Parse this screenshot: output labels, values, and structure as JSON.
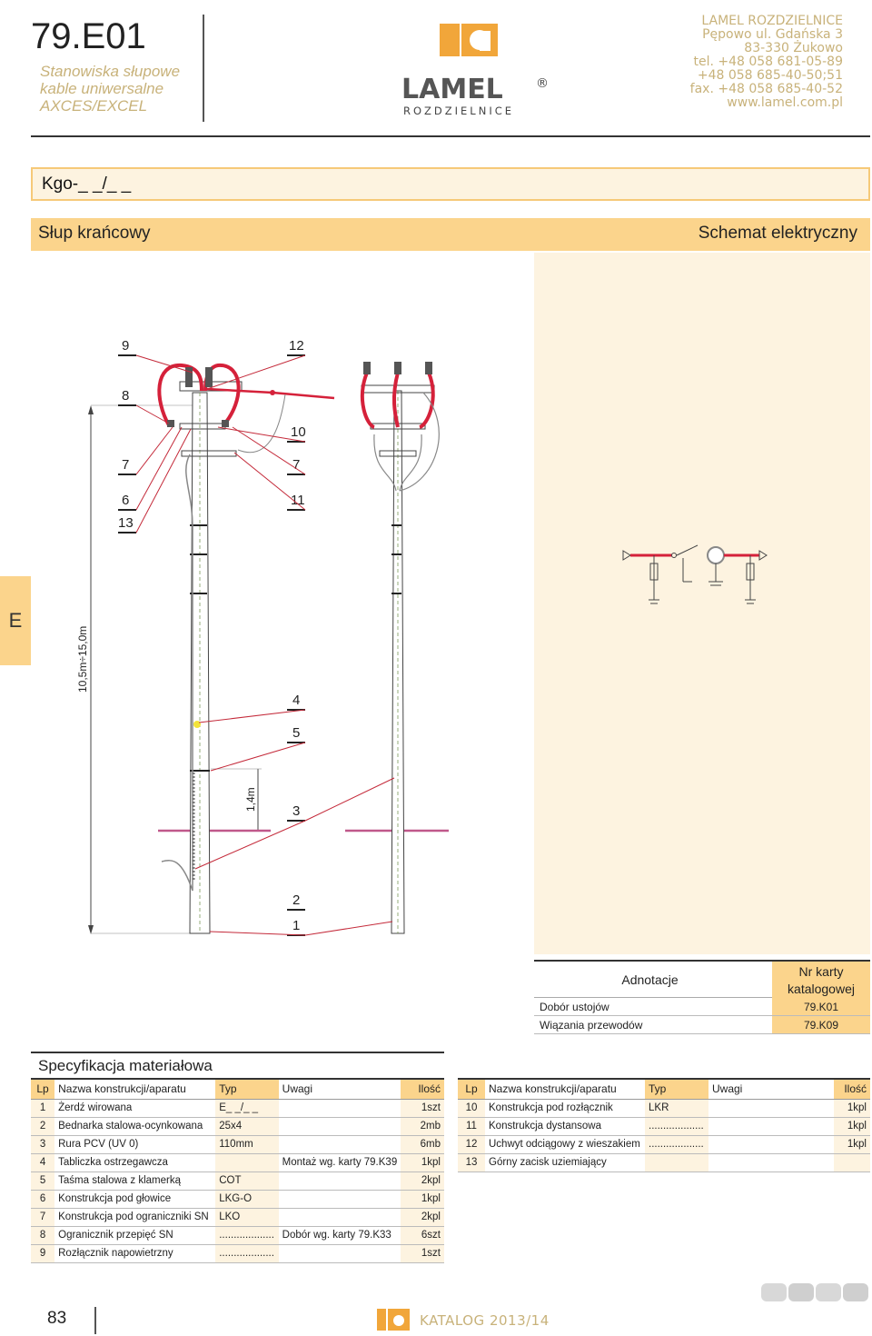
{
  "header": {
    "code": "79.E01",
    "subtitle_lines": [
      "Stanowiska słupowe",
      "kable uniwersalne",
      "AXCES/EXCEL"
    ],
    "logo_text": "LAMEL",
    "logo_sub": "ROZDZIELNICE",
    "registered_mark": "®",
    "company": [
      "LAMEL ROZDZIELNICE",
      "Pępowo ul. Gdańska 3",
      "83-330 Żukowo",
      "tel. +48 058 681-05-89",
      "+48 058 685-40-50;51",
      "fax. +48 058 685-40-52",
      "www.lamel.com.pl"
    ]
  },
  "kgo_label": "Kgo-_ _/_ _",
  "title_bar": {
    "left": "Słup krańcowy",
    "right": "Schemat elektryczny"
  },
  "section_tab": "E",
  "drawing": {
    "height_label": "10,5m÷15,0m",
    "small_height_label": "1,4m",
    "callouts": [
      "9",
      "12",
      "8",
      "10",
      "7",
      "7",
      "6",
      "11",
      "13",
      "4",
      "5",
      "3",
      "2",
      "1"
    ]
  },
  "annotations": {
    "col_a": "Adnotacje",
    "col_b": "Nr karty katalogowej",
    "rows": [
      {
        "label": "Dobór ustojów",
        "card": "79.K01"
      },
      {
        "label": "Wiązania przewodów",
        "card": "79.K09"
      }
    ]
  },
  "spec": {
    "title": "Specyfikacja materiałowa",
    "headers": {
      "lp": "Lp",
      "name": "Nazwa konstrukcji/aparatu",
      "type": "Typ",
      "notes": "Uwagi",
      "qty": "Ilość"
    },
    "left": [
      {
        "lp": "1",
        "name": "Żerdź wirowana",
        "type": "E_ _/_ _",
        "notes": "",
        "qty": "1szt"
      },
      {
        "lp": "2",
        "name": "Bednarka stalowa-ocynkowana",
        "type": "25x4",
        "notes": "",
        "qty": "2mb"
      },
      {
        "lp": "3",
        "name": "Rura PCV (UV 0)",
        "type": "110mm",
        "notes": "",
        "qty": "6mb"
      },
      {
        "lp": "4",
        "name": "Tabliczka ostrzegawcza",
        "type": "",
        "notes": "Montaż wg. karty 79.K39",
        "qty": "1kpl"
      },
      {
        "lp": "5",
        "name": "Taśma stalowa z klamerką",
        "type": "COT",
        "notes": "",
        "qty": "2kpl"
      },
      {
        "lp": "6",
        "name": "Konstrukcja pod głowice",
        "type": "LKG-O",
        "notes": "",
        "qty": "1kpl"
      },
      {
        "lp": "7",
        "name": "Konstrukcja pod ograniczniki SN",
        "type": "LKO",
        "notes": "",
        "qty": "2kpl"
      },
      {
        "lp": "8",
        "name": "Ogranicznik przepięć SN",
        "type": "...................",
        "notes": "Dobór wg. karty 79.K33",
        "qty": "6szt"
      },
      {
        "lp": "9",
        "name": "Rozłącznik napowietrzny",
        "type": "...................",
        "notes": "",
        "qty": "1szt"
      }
    ],
    "right": [
      {
        "lp": "10",
        "name": "Konstrukcja pod rozłącznik",
        "type": "LKR",
        "notes": "",
        "qty": "1kpl"
      },
      {
        "lp": "11",
        "name": "Konstrukcja dystansowa",
        "type": "...................",
        "notes": "",
        "qty": "1kpl"
      },
      {
        "lp": "12",
        "name": "Uchwyt odciągowy z wieszakiem",
        "type": "...................",
        "notes": "",
        "qty": "1kpl"
      },
      {
        "lp": "13",
        "name": "Górny zacisk uziemiający",
        "type": "",
        "notes": "",
        "qty": ""
      }
    ]
  },
  "footer": {
    "page": "83",
    "catalog": "KATALOG 2013/14"
  },
  "colors": {
    "accent": "#fbd48c",
    "accent_light": "#fdf3e0",
    "text_gold": "#c8b27a",
    "red": "#d5213a",
    "ground_line": "#c0588a",
    "logo_orange": "#f1a63a"
  }
}
